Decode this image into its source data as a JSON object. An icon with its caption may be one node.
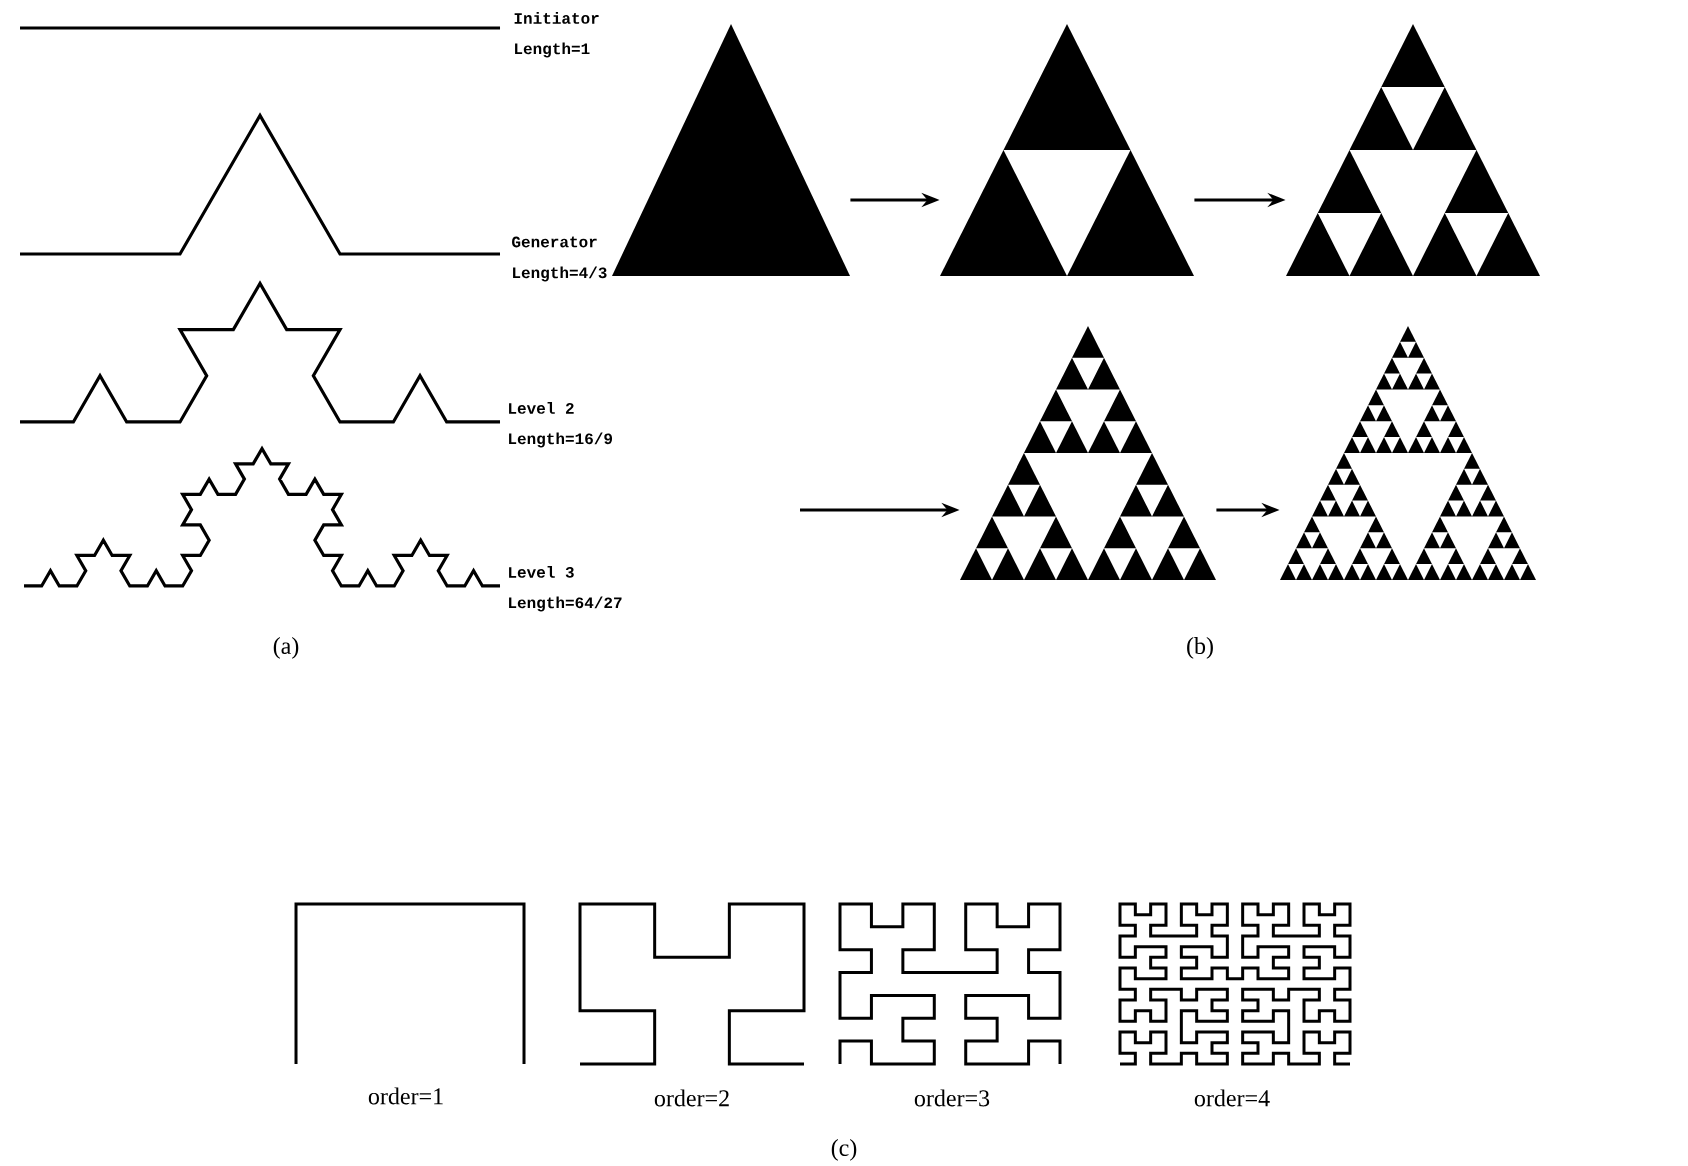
{
  "diagram": {
    "nodes": [
      {
        "text": [],
        "shape": "triangle"
      },
      {
        "text": [],
        "shape": "triangle"
      },
      {
        "text": [],
        "shape": "triangle"
      },
      {
        "text": [],
        "shape": "triangle"
      },
      {
        "text": [],
        "shape": "triangle"
      }
    ],
    "edges": [
      {
        "from": 0,
        "to": 1,
        "arrow": "to"
      },
      {
        "from": 1,
        "to": 2,
        "arrow": "to"
      },
      {
        "from": null,
        "to": 3,
        "arrow": "to"
      },
      {
        "from": 3,
        "to": 4,
        "arrow": "to"
      }
    ],
    "labels": [
      "Initiator",
      "Length=1",
      "Generator",
      "Length=4/3",
      "Level 2",
      "Length=16/9",
      "Level 3",
      "Length=64/27",
      "(a)",
      "(b)",
      "order=1",
      "order=2",
      "order=3",
      "order=4",
      "(c)"
    ]
  }
}
